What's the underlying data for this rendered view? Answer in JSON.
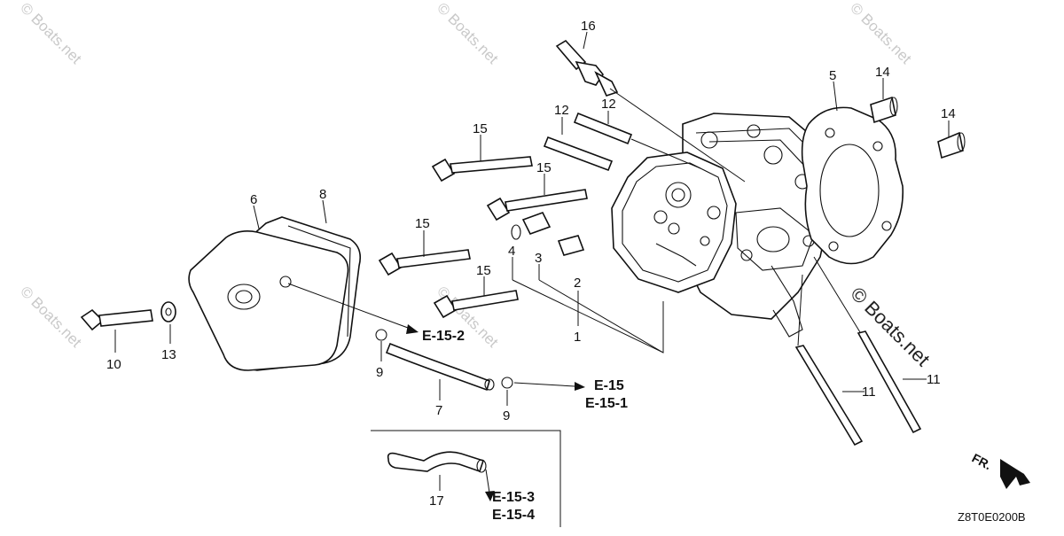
{
  "watermark": {
    "text": "© Boats.net",
    "prominent_text": "© Boats.net"
  },
  "diagram": {
    "code": "Z8T0E0200B",
    "direction_label": "FR.",
    "callouts": {
      "c1": "1",
      "c2": "2",
      "c3": "3",
      "c4": "4",
      "c5": "5",
      "c6": "6",
      "c7": "7",
      "c8": "8",
      "c9a": "9",
      "c9b": "9",
      "c10": "10",
      "c11a": "11",
      "c11b": "11",
      "c12a": "12",
      "c12b": "12",
      "c13": "13",
      "c14a": "14",
      "c14b": "14",
      "c15a": "15",
      "c15b": "15",
      "c15c": "15",
      "c15d": "15",
      "c16": "16",
      "c17": "17"
    },
    "references": {
      "r1": "E-15-2",
      "r2": "E-15",
      "r3": "E-15-1",
      "r4": "E-15-3",
      "r5": "E-15-4"
    }
  }
}
